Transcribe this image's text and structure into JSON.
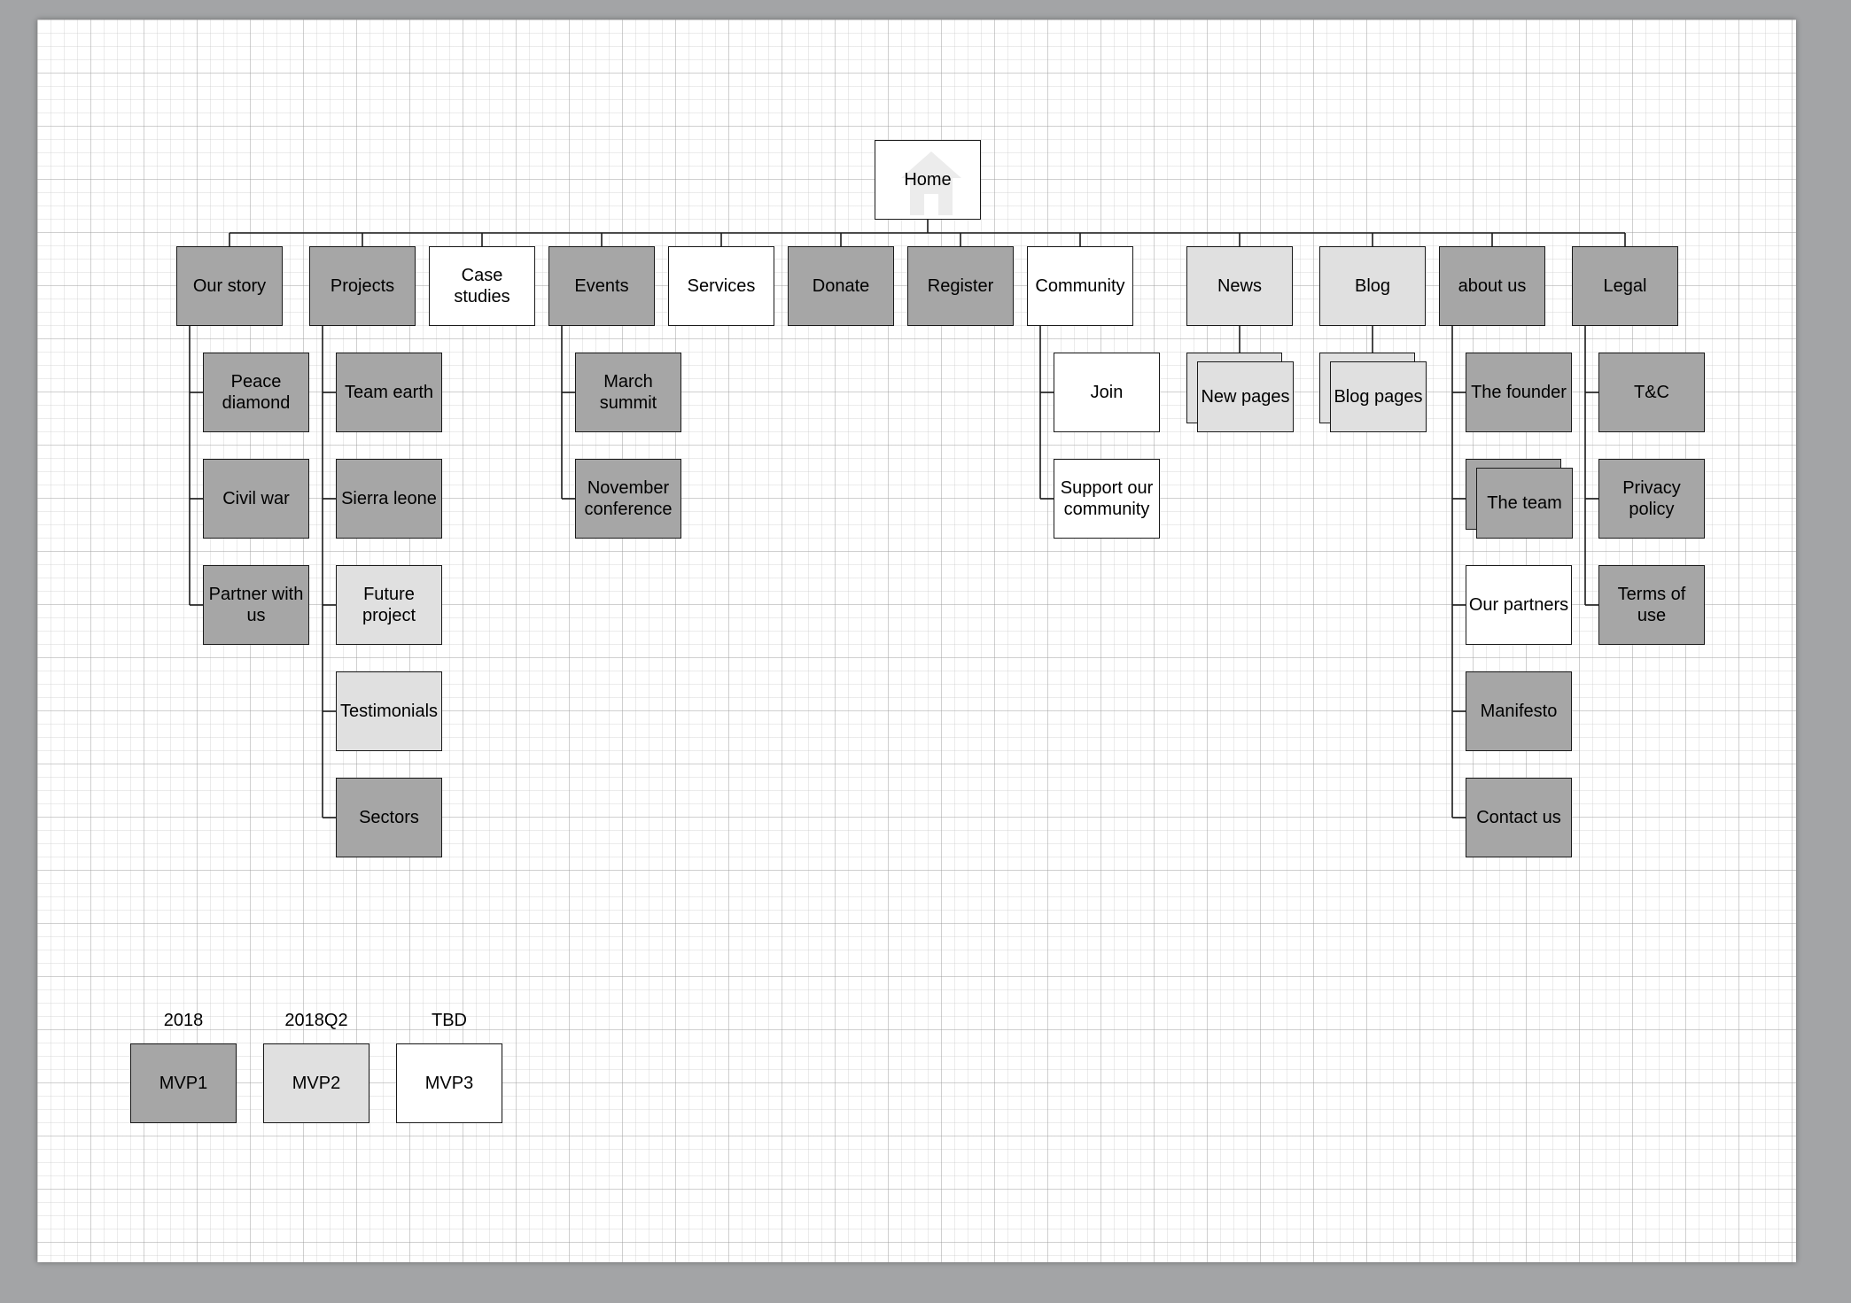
{
  "home": {
    "label": "Home",
    "icon": "house-icon"
  },
  "colors": {
    "MVP1": "#a6a6a6",
    "MVP2": "#e0e0e0",
    "MVP3": "#ffffff"
  },
  "sections": {
    "our_story": {
      "label": "Our story",
      "children": [
        "Peace diamond",
        "Civil war",
        "Partner with us"
      ]
    },
    "projects": {
      "label": "Projects",
      "children": [
        "Team earth",
        "Sierra leone",
        "Future project",
        "Testimonials",
        "Sectors"
      ]
    },
    "case_studies": {
      "label": "Case studies"
    },
    "events": {
      "label": "Events",
      "children": [
        "March summit",
        "November conference"
      ]
    },
    "services": {
      "label": "Services"
    },
    "donate": {
      "label": "Donate"
    },
    "register": {
      "label": "Register"
    },
    "community": {
      "label": "Community",
      "children": [
        "Join",
        "Support our community"
      ]
    },
    "news": {
      "label": "News",
      "children": [
        "New pages"
      ]
    },
    "blog": {
      "label": "Blog",
      "children": [
        "Blog pages"
      ]
    },
    "about_us": {
      "label": "about us",
      "children": [
        "The founder",
        "The team",
        "Our partners",
        "Manifesto",
        "Contact us"
      ]
    },
    "legal": {
      "label": "Legal",
      "children": [
        "T&C",
        "Privacy policy",
        "Terms of use"
      ]
    }
  },
  "legend": [
    {
      "period": "2018",
      "label": "MVP1"
    },
    {
      "period": "2018Q2",
      "label": "MVP2"
    },
    {
      "period": "TBD",
      "label": "MVP3"
    }
  ]
}
